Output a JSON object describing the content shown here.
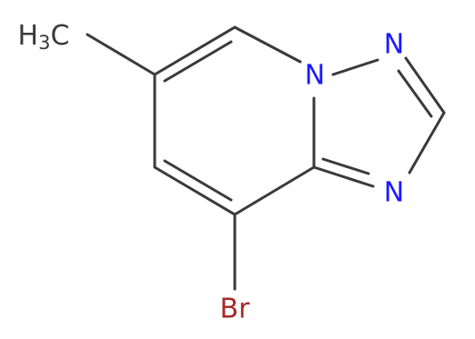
{
  "diagram": {
    "type": "chemical-structure",
    "atoms": [
      {
        "id": "c_methyl",
        "label": "H3C",
        "label_main": "H",
        "label_sub": "3",
        "label_tail": "C",
        "color": "#3a3a3a"
      },
      {
        "id": "n_bridge",
        "label": "N",
        "color": "#1a1aff"
      },
      {
        "id": "n_top",
        "label": "N",
        "color": "#1a1aff"
      },
      {
        "id": "n_bottom",
        "label": "N",
        "color": "#1a1aff"
      },
      {
        "id": "br",
        "label": "Br",
        "color": "#a52a2a"
      }
    ],
    "colors": {
      "bond": "#3a3a3a",
      "nitrogen": "#1a1aff",
      "bromine": "#a52a2a",
      "carbon": "#3a3a3a"
    }
  }
}
